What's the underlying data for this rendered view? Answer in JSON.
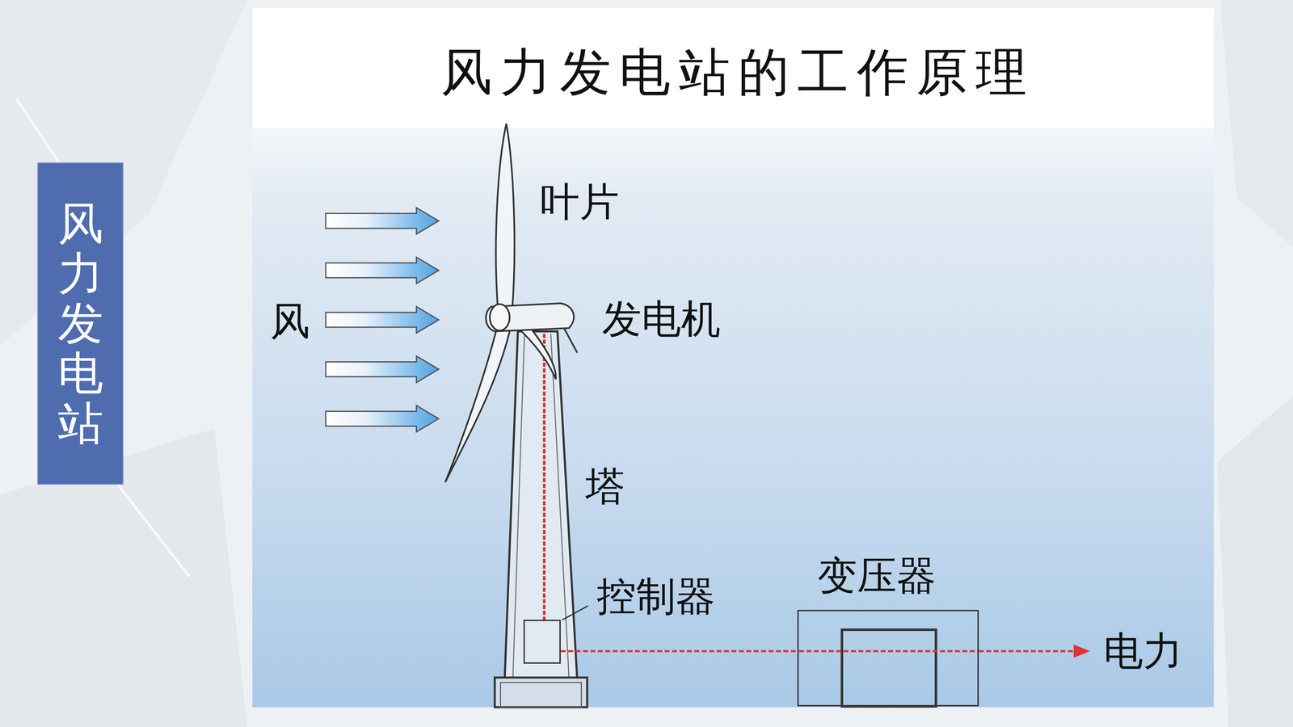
{
  "diagram": {
    "title": "风力发电站的工作原理",
    "nodes": [
      {
        "text": [
          "风力发电站"
        ]
      },
      {
        "text": [
          "控制器"
        ]
      },
      {
        "text": [
          "变压器"
        ]
      }
    ],
    "edges": [
      {
        "from": 1,
        "to": 2,
        "arrow": "none"
      }
    ],
    "labels": [
      "叶片",
      "风",
      "发电机",
      "塔",
      "电力"
    ]
  }
}
